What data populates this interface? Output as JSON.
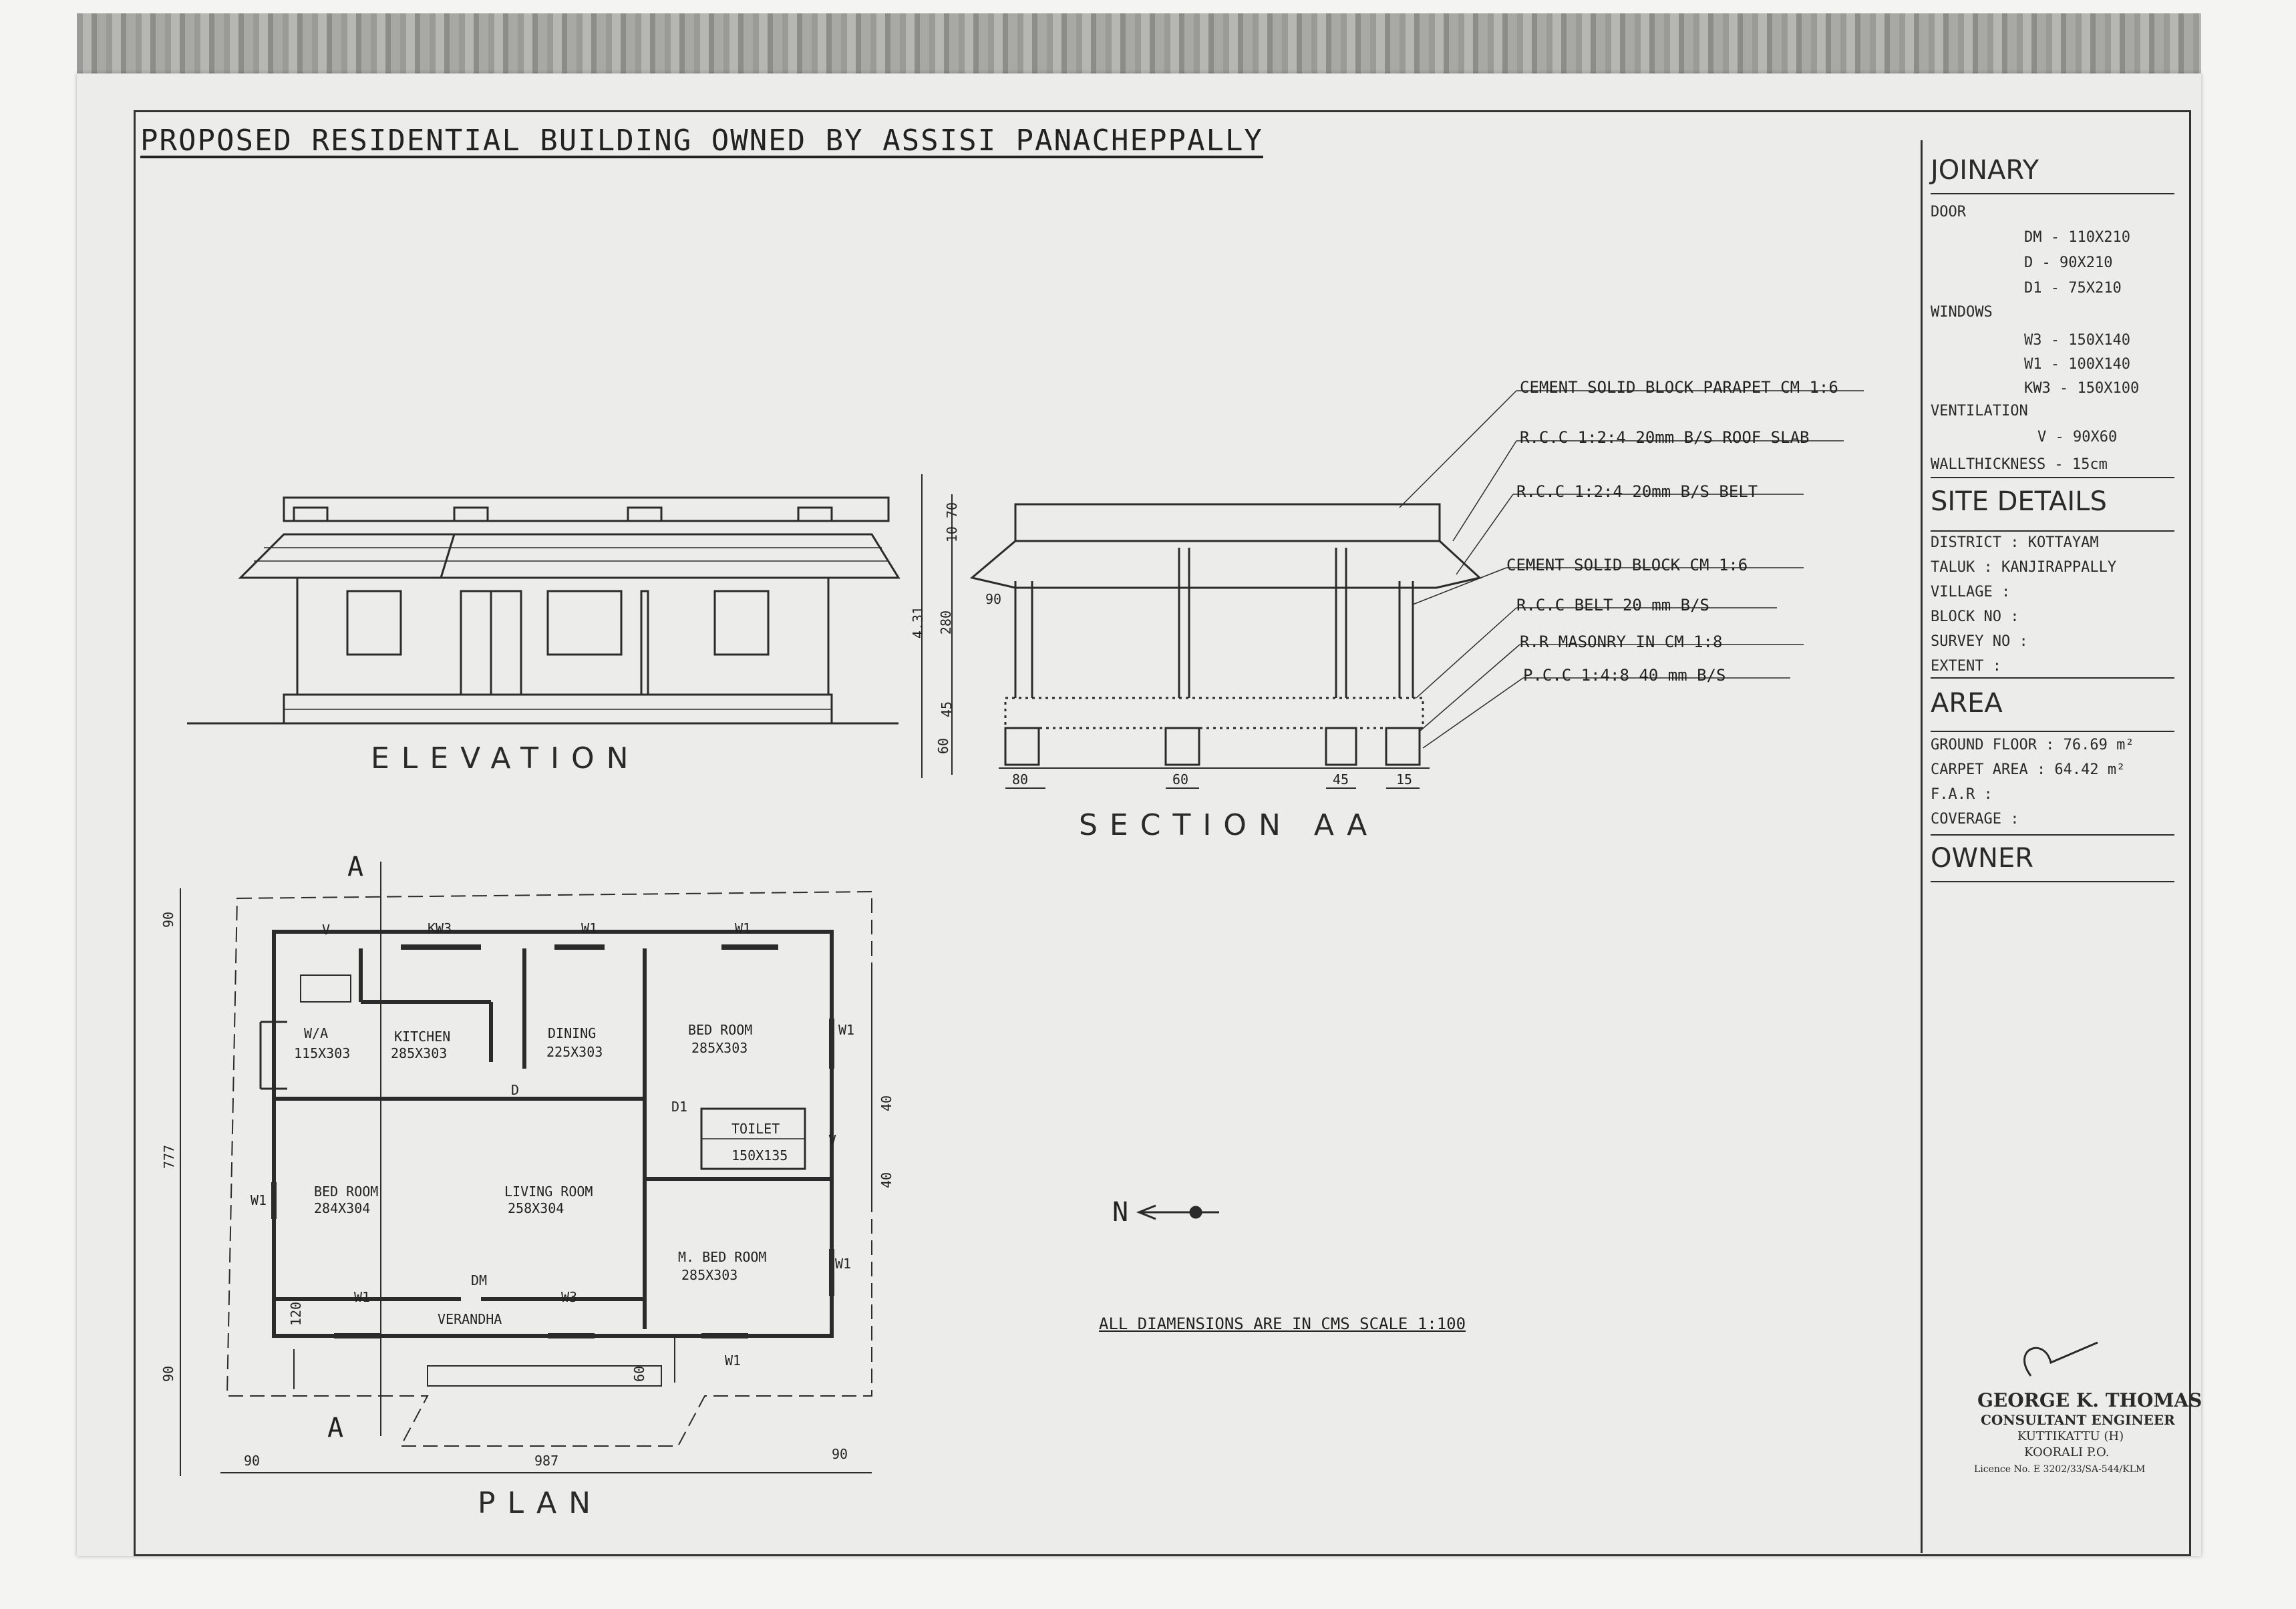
{
  "title": "PROPOSED RESIDENTIAL  BUILDING OWNED BY ASSISI PANACHEPPALLY",
  "views": {
    "elevation": "ELEVATION",
    "section": "SECTION AA",
    "plan": "PLAN"
  },
  "section_notes": [
    "CEMENT SOLID BLOCK PARAPET CM 1:6",
    "R.C.C 1:2:4 20mm B/S ROOF SLAB",
    "R.C.C 1:2:4 20mm B/S BELT",
    "CEMENT SOLID BLOCK  CM 1:6",
    "R.C.C BELT  20 mm B/S",
    "R.R MASONRY  IN CM 1:8",
    "P.C.C 1:4:8  40 mm B/S"
  ],
  "section_dims": {
    "parapet": "10 70",
    "wall": "280",
    "total": "4.31",
    "plinth_a": "45",
    "plinth_b": "60",
    "eave": "90",
    "f1": "80",
    "f2": "60",
    "f3": "45",
    "f4": "15"
  },
  "plan_rooms": [
    {
      "name": "W/A",
      "size": "115X303"
    },
    {
      "name": "KITCHEN",
      "size": "285X303"
    },
    {
      "name": "DINING",
      "size": "225X303"
    },
    {
      "name": "BED ROOM",
      "size": "285X303"
    },
    {
      "name": "BED ROOM",
      "size": "284X304"
    },
    {
      "name": "LIVING ROOM",
      "size": "258X304"
    },
    {
      "name": "M. BED ROOM",
      "size": "285X303"
    },
    {
      "name": "TOILET",
      "size": "150X135"
    },
    {
      "name": "VERANDHA",
      "size": ""
    }
  ],
  "plan_marks": {
    "kw3": "KW3",
    "w1a": "W1",
    "w1b": "W1",
    "w1c": "W1",
    "w1d": "W1",
    "w1e": "W1",
    "w1f": "W1",
    "w1g": "W1",
    "w3": "W3",
    "d": "D",
    "d1": "D1",
    "dm": "DM",
    "v": "V",
    "v2": "V",
    "section_mark": "A",
    "section_mark2": "A"
  },
  "plan_dims": {
    "top": "90",
    "left": "777",
    "bottom": "987",
    "bottom_left": "90",
    "bottom_right": "90",
    "left_bottom": "90",
    "veranda": "120",
    "step": "60",
    "right_a": "40",
    "right_b": "40"
  },
  "north": "N",
  "note": "ALL DIAMENSIONS ARE IN CMS    SCALE 1:100",
  "panel": {
    "joinary": "JOINARY",
    "door": "DOOR",
    "doors": [
      "DM - 110X210",
      "D - 90X210",
      "D1 - 75X210"
    ],
    "windows": "WINDOWS",
    "window_list": [
      "W3 - 150X140",
      "W1 - 100X140",
      "KW3 - 150X100"
    ],
    "ventilation": "VENTILATION",
    "vent": "V - 90X60",
    "wall": "WALLTHICKNESS - 15cm",
    "site": "SITE DETAILS",
    "site_list": [
      "DISTRICT : KOTTAYAM",
      "TALUK : KANJIRAPPALLY",
      "VILLAGE :",
      "BLOCK NO :",
      "SURVEY NO :",
      "EXTENT :"
    ],
    "area": "AREA",
    "area_list": [
      "GROUND FLOOR  : 76.69 m²",
      "CARPET AREA   : 64.42 m²",
      "F.A.R         :",
      "COVERAGE      :"
    ],
    "owner": "OWNER"
  },
  "stamp": [
    "GEORGE K. THOMAS",
    "CONSULTANT ENGINEER",
    "KUTTIKATTU (H)",
    "KOORALI P.O.",
    "Licence No. E 3202/33/SA-544/KLM"
  ]
}
